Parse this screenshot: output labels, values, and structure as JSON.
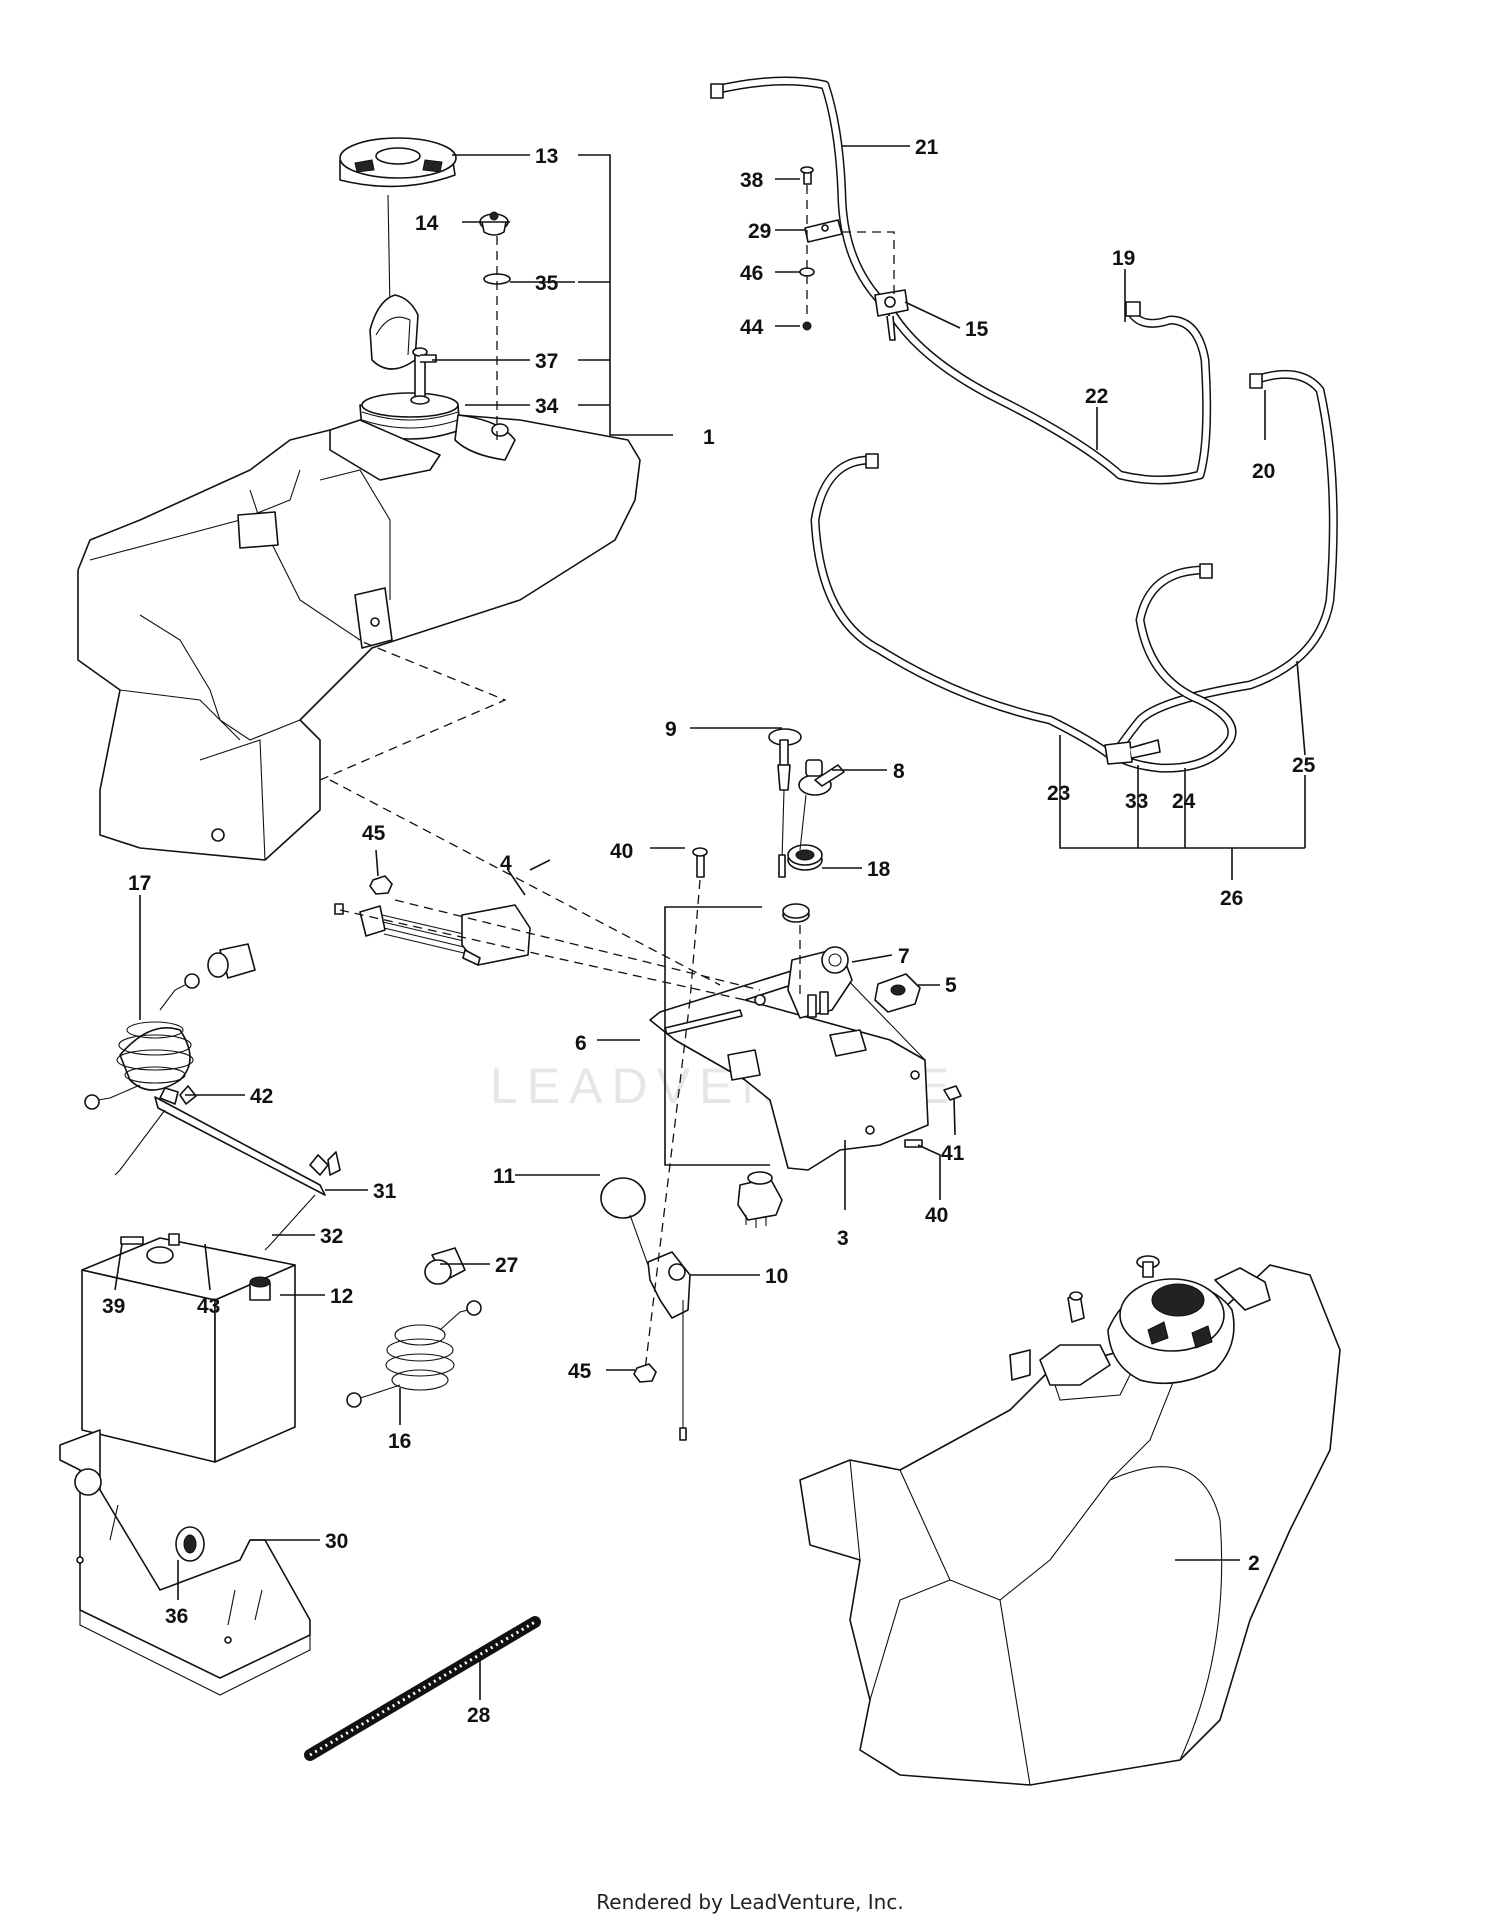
{
  "watermark": "LEADVENTURE",
  "footer": "Rendered by LeadVenture, Inc.",
  "callouts": [
    "1",
    "2",
    "3",
    "4",
    "5",
    "6",
    "7",
    "8",
    "9",
    "10",
    "11",
    "12",
    "13",
    "14",
    "15",
    "16",
    "17",
    "18",
    "19",
    "20",
    "21",
    "22",
    "23",
    "24",
    "25",
    "26",
    "27",
    "28",
    "29",
    "30",
    "31",
    "32",
    "33",
    "34",
    "35",
    "36",
    "37",
    "38",
    "39",
    "40",
    "40",
    "41",
    "42",
    "43",
    "44",
    "45",
    "45",
    "46"
  ]
}
